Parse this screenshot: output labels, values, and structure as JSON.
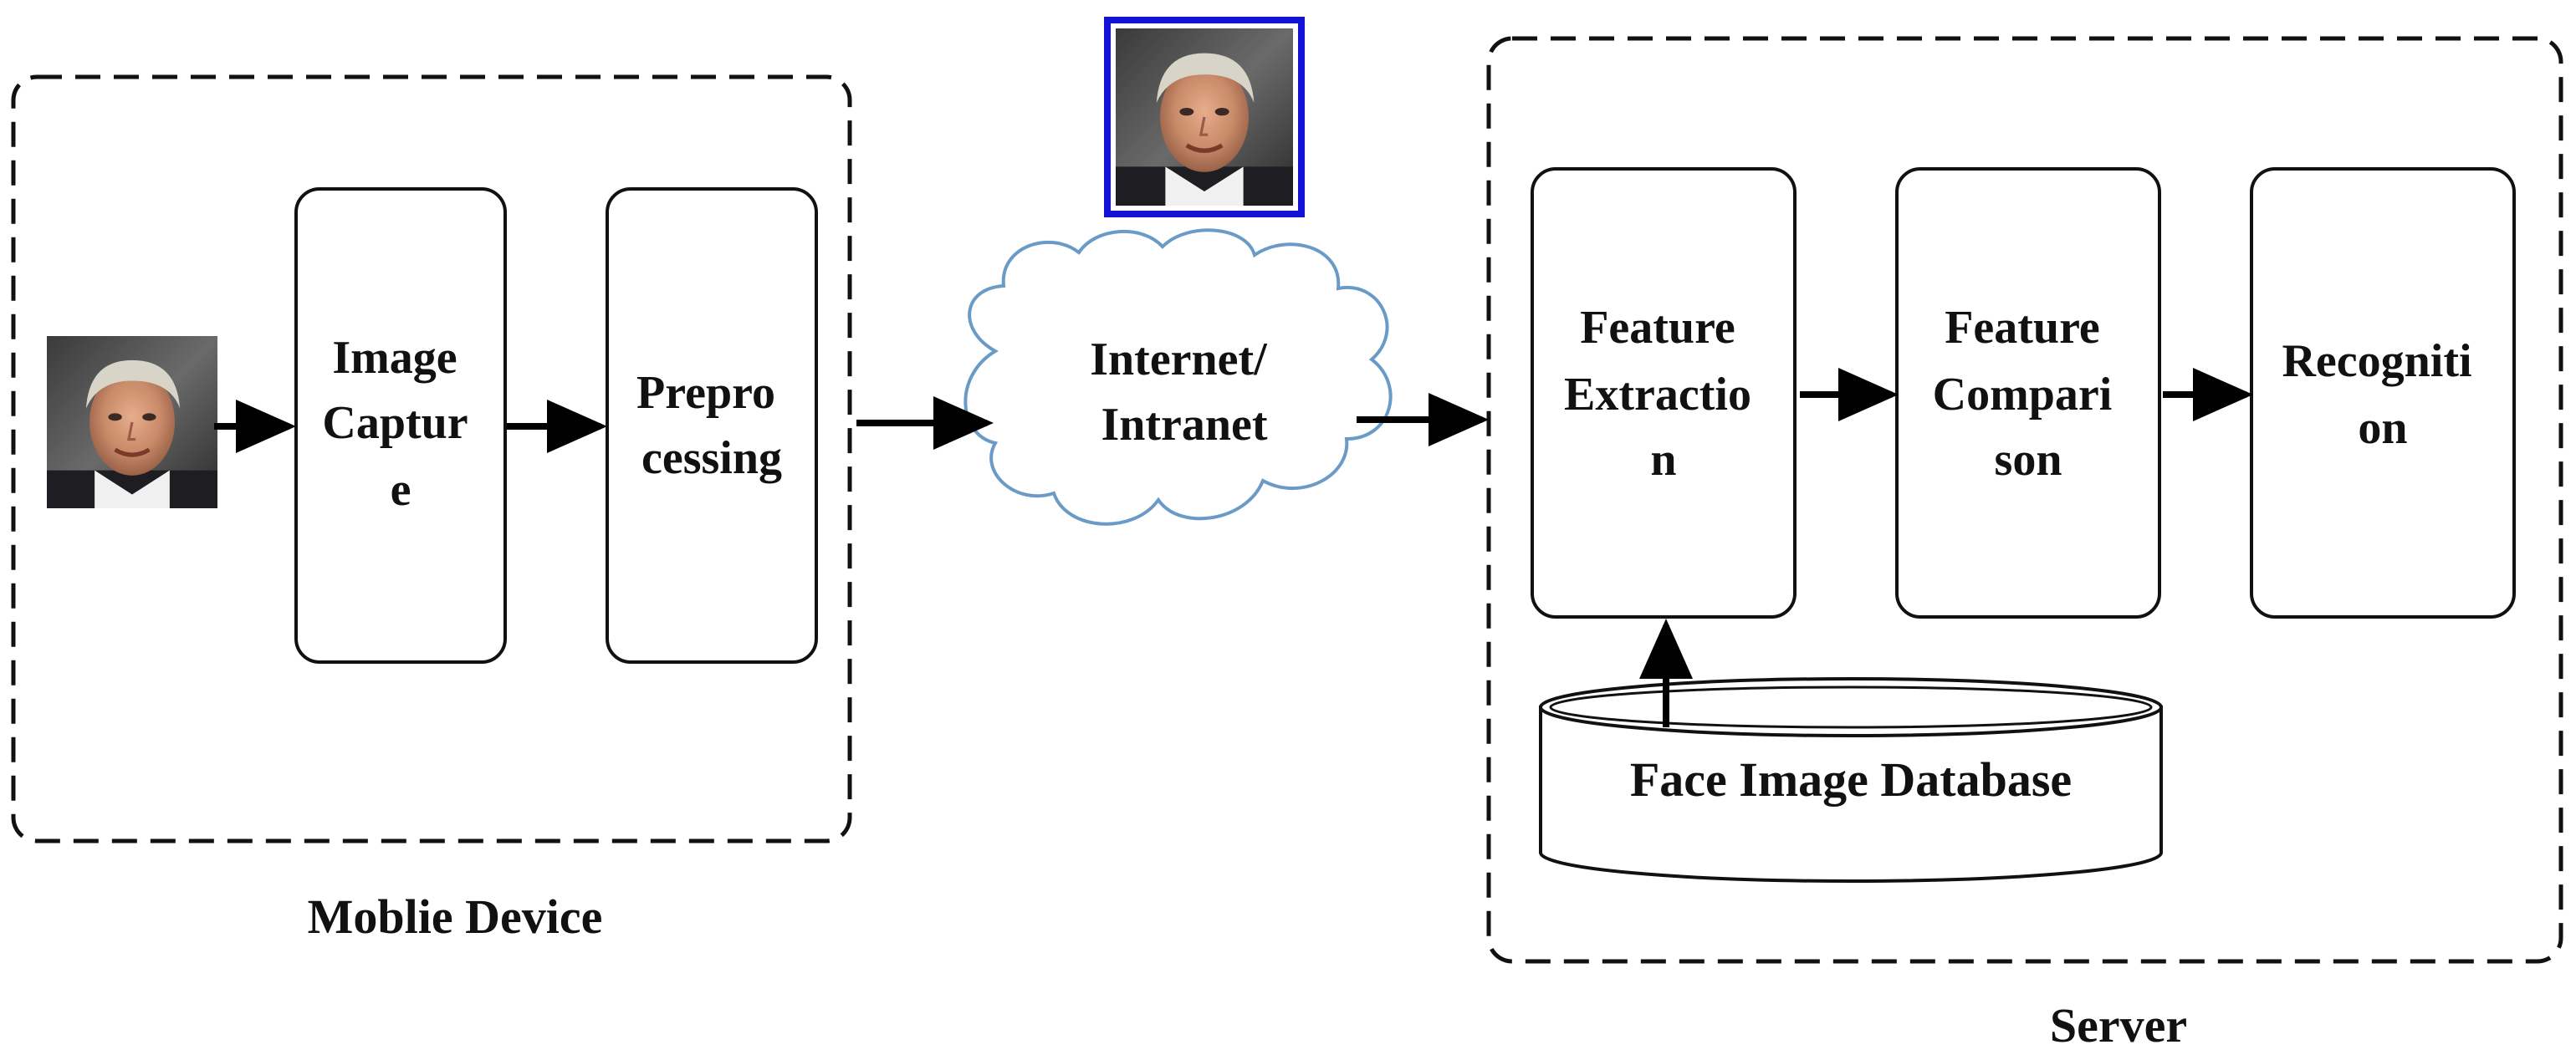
{
  "groups": {
    "mobile": {
      "label": "Moblie Device"
    },
    "server": {
      "label": "Server"
    }
  },
  "nodes": {
    "image_capture": [
      "Image",
      "Captur",
      "e"
    ],
    "preprocessing": [
      "Prepro",
      "cessing"
    ],
    "network": [
      "Internet/",
      "Intranet"
    ],
    "feature_extraction": [
      "Feature",
      "Extractio",
      "n"
    ],
    "feature_comparison": [
      "Feature",
      "Compari",
      "son"
    ],
    "recognition": [
      "Recogniti",
      "on"
    ],
    "database": "Face Image Database"
  },
  "colors": {
    "cloud_stroke": "#6a9bc6",
    "photo_frame": "#1313d6",
    "line": "#111111"
  },
  "icons": {
    "face_photo_input": "face-photo",
    "face_photo_transmitted": "face-photo",
    "network_cloud": "cloud"
  }
}
